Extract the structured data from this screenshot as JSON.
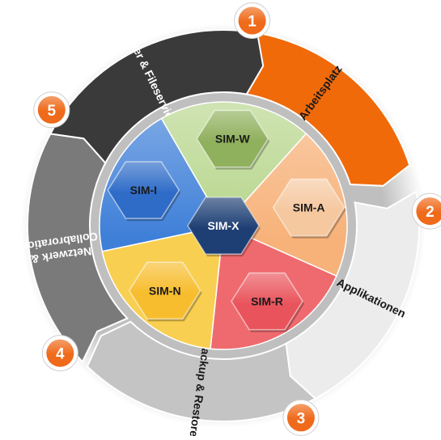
{
  "ring": {
    "segments": [
      {
        "number": "1",
        "label": "Arbeitsplatz",
        "color": "#f06a0a",
        "text_color": "#1a1a1a"
      },
      {
        "number": "2",
        "label": "Applikationen",
        "color": "#ececec",
        "text_color": "#1a1a1a"
      },
      {
        "number": "3",
        "label": "Backup & Restore",
        "color": "#c4c4c4",
        "text_color": "#1a1a1a"
      },
      {
        "number": "4",
        "label": "Netzwerk & Collabroration",
        "color": "#7a7a7a",
        "text_color": "#ffffff"
      },
      {
        "number": "5",
        "label": "Server & Fileservices",
        "color": "#3a3a3a",
        "text_color": "#ffffff"
      }
    ],
    "badge_color": "#ef6a1a"
  },
  "core": {
    "wedges": [
      {
        "name": "SIM-W",
        "color": "#b6d58a",
        "hex_color": "#8fb05c"
      },
      {
        "name": "SIM-A",
        "color": "#f7b27a",
        "hex_color": "#f6c8a0"
      },
      {
        "name": "SIM-R",
        "color": "#ef6a6e",
        "hex_color": "#e9545c"
      },
      {
        "name": "SIM-N",
        "color": "#f9cf52",
        "hex_color": "#f7bd2e"
      },
      {
        "name": "SIM-I",
        "color": "#3e7fd8",
        "hex_color": "#2e6cc8"
      }
    ],
    "center": {
      "name": "SIM-X",
      "color": "#1e3f74"
    }
  }
}
